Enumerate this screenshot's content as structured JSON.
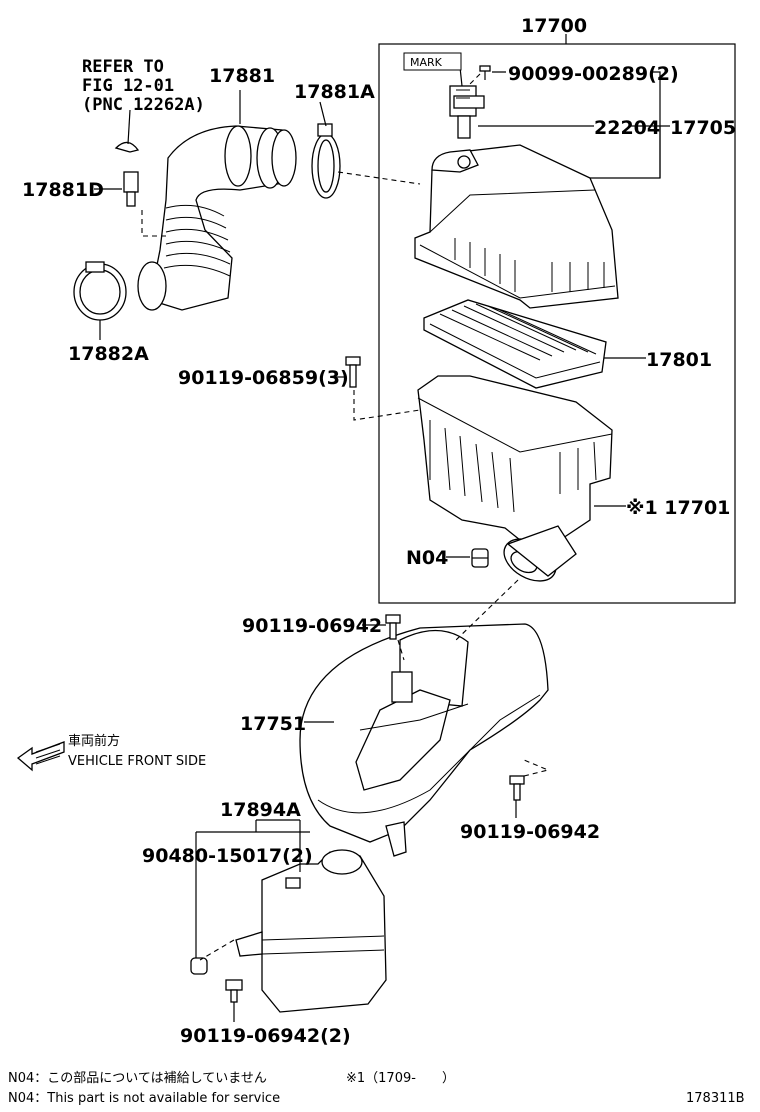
{
  "diagram_id": "178311B",
  "labels": {
    "p17700": "17700",
    "refer_line1": "REFER TO",
    "refer_line2": "FIG 12-01",
    "refer_line3": "(PNC 12262A)",
    "p17881": "17881",
    "p17881A": "17881A",
    "p17881D": "17881D",
    "p17882A": "17882A",
    "mark": "MARK",
    "p90099": "90099-00289(2)",
    "p22204": "22204",
    "p17705": "17705",
    "p17801": "17801",
    "p90119_06859": "90119-06859(3)",
    "p17701": "※1 17701",
    "pN04": "N04",
    "p90119_06942_a": "90119-06942",
    "p17751": "17751",
    "front_jp": "車両前方",
    "front_en": "VEHICLE FRONT SIDE",
    "p90119_06942_b": "90119-06942",
    "p17894A": "17894A",
    "p90480": "90480-15017(2)",
    "p90119_06942_c": "90119-06942(2)"
  },
  "notes": {
    "n04_jp": "N04：この部品については補給していません",
    "n04_en": "N04：This part is not available for service",
    "range": "※1（1709-　　）"
  }
}
